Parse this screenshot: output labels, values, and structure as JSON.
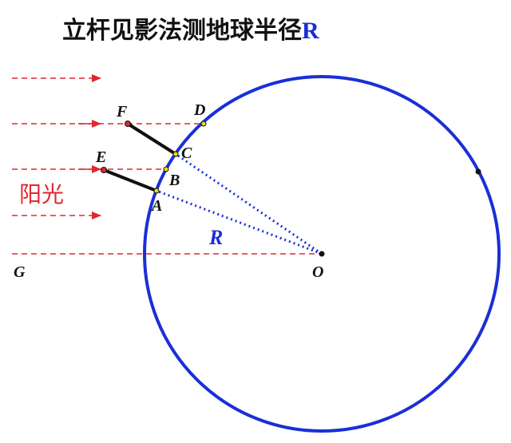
{
  "title": {
    "text": "立杆见影法测地球半径",
    "variable": "R"
  },
  "labels": {
    "sunlight": "阳光",
    "radius": "R",
    "points": {
      "D": "D",
      "F": "F",
      "C": "C",
      "E": "E",
      "B": "B",
      "A": "A",
      "G": "G",
      "O": "O"
    }
  },
  "colors": {
    "circle": "#1a2fd6",
    "sun_rays": "#e0282f",
    "radius_lines": "#1a2fd6",
    "poles": "#111111",
    "text": "#111111",
    "highlight_point": "#f0e000"
  },
  "icons": {
    "ray_arrow": "arrowhead-right-icon"
  }
}
